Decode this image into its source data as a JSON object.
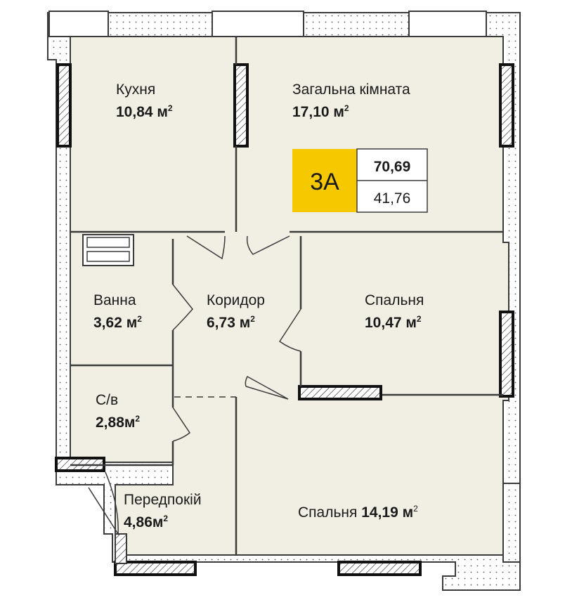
{
  "apartment": {
    "code": "3А",
    "total_area": "70,69",
    "living_area": "41,76"
  },
  "rooms": {
    "kitchen": {
      "name": "Кухня",
      "area": "10,84 м",
      "sup": "2"
    },
    "living": {
      "name": "Загальна кімната",
      "area": "17,10 м",
      "sup": "2"
    },
    "bath": {
      "name": "Ванна",
      "area": "3,62 м",
      "sup": "2"
    },
    "corridor": {
      "name": "Коридор",
      "area": "6,73 м",
      "sup": "2"
    },
    "bedroom1": {
      "name": "Спальня",
      "area": "10,47 м",
      "sup": "2"
    },
    "wc": {
      "name": "С/в",
      "area": "2,88м",
      "sup": "2"
    },
    "hall": {
      "name": "Передпокій",
      "area": "4,86м",
      "sup": "2"
    },
    "bedroom2": {
      "name": "Спальня ",
      "area": "14,19 м",
      "sup": "2"
    }
  },
  "colors": {
    "floor": "#f1efe4",
    "wall": "#3b3b3b",
    "badge": "#f6c800"
  }
}
